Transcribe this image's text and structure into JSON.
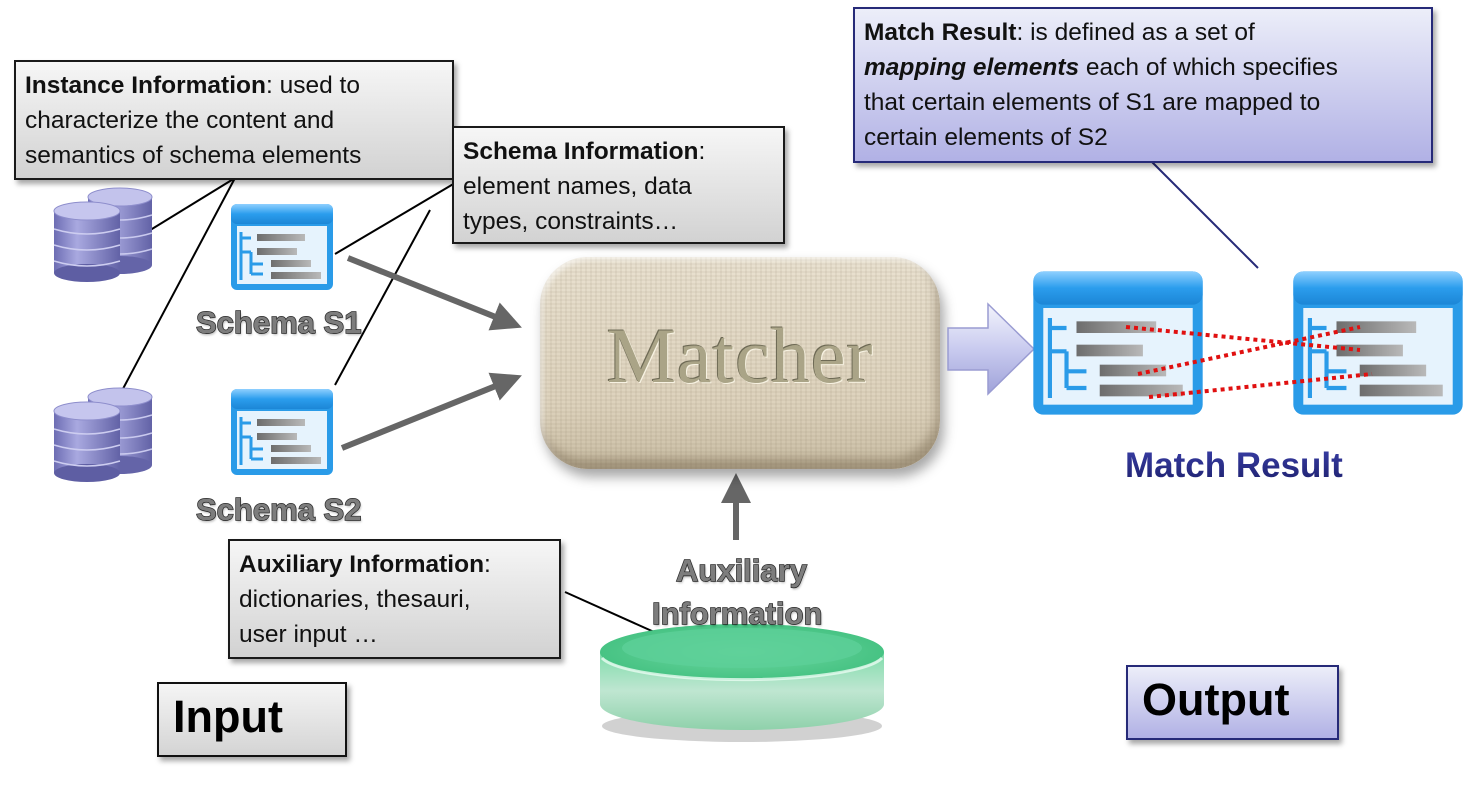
{
  "diagram": {
    "instance_info": {
      "title": "Instance Information",
      "sep": ":",
      "line1_rest": " used to",
      "line2": "characterize the content and",
      "line3": "semantics of schema elements"
    },
    "schema_info": {
      "title": "Schema Information",
      "sep": ":",
      "line2": "element names, data",
      "line3": "types, constraints…"
    },
    "match_result_info": {
      "title": "Match Result",
      "line1_rest": ": is defined as a set of",
      "emphasis": "mapping elements",
      "line2_rest": " each of which specifies",
      "line3": "that certain elements of S1 are mapped to",
      "line4": "certain elements of S2"
    },
    "auxiliary_info": {
      "title": "Auxiliary Information",
      "sep": ":",
      "line2": "dictionaries, thesauri,",
      "line3": "user input …"
    },
    "schema_s1_label": "Schema S1",
    "schema_s2_label": "Schema S2",
    "matcher_label": "Matcher",
    "aux_db_label_line1": "Auxiliary",
    "aux_db_label_line2": "Information",
    "match_result_title": "Match Result",
    "input_label": "Input",
    "output_label": "Output",
    "colors": {
      "callout_gray_top": "#f6f6f6",
      "callout_gray_bottom": "#d2d2d2",
      "callout_blue_top": "#eceef9",
      "callout_blue_bottom": "#b1b1e5",
      "navy": "#262a78",
      "mapping_line": "#e01010",
      "arrow_gray": "#666666",
      "schema_blue": "#2a9be8",
      "database_purple": "#8f8fce",
      "aux_green": "#5ccc94"
    }
  }
}
